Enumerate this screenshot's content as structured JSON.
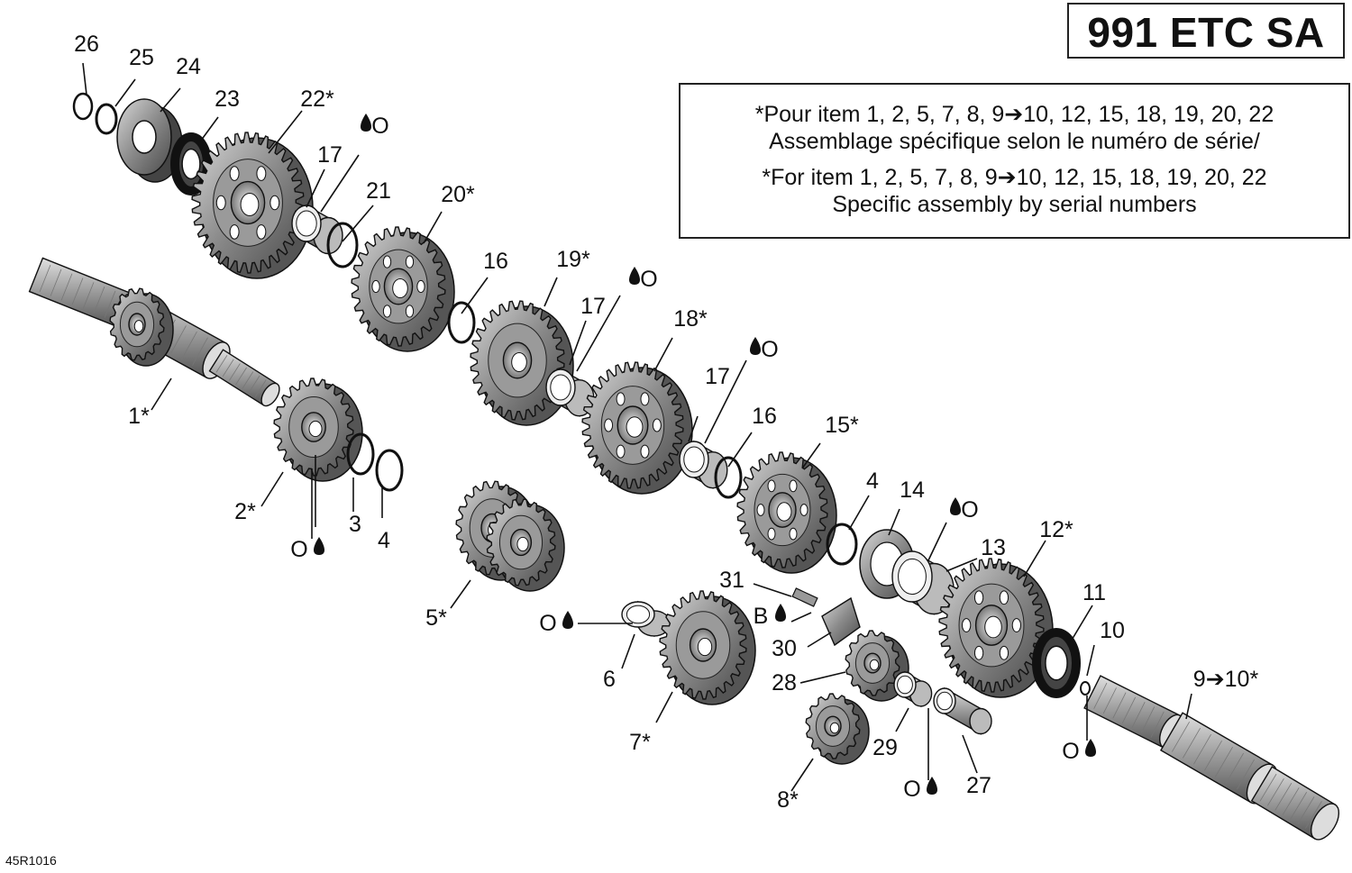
{
  "title": "991 ETC SA",
  "notes": {
    "line1": "*Pour item 1, 2, 5, 7, 8, 9➔10, 12, 15, 18, 19, 20, 22",
    "line2": "Assemblage spécifique selon le numéro de série/",
    "line3": "*For item 1, 2, 5, 7, 8, 9➔10, 12, 15, 18, 19, 20, 22",
    "line4": "Specific assembly by serial numbers"
  },
  "reference": "45R1016",
  "callouts": [
    {
      "id": "c26",
      "label": "26"
    },
    {
      "id": "c25",
      "label": "25"
    },
    {
      "id": "c24",
      "label": "24"
    },
    {
      "id": "c23",
      "label": "23"
    },
    {
      "id": "c22",
      "label": "22*"
    },
    {
      "id": "c17a",
      "label": "17"
    },
    {
      "id": "c21",
      "label": "21"
    },
    {
      "id": "c20",
      "label": "20*"
    },
    {
      "id": "c16a",
      "label": "16"
    },
    {
      "id": "c19",
      "label": "19*"
    },
    {
      "id": "c17b",
      "label": "17"
    },
    {
      "id": "c18",
      "label": "18*"
    },
    {
      "id": "c17c",
      "label": "17"
    },
    {
      "id": "c16b",
      "label": "16"
    },
    {
      "id": "c15",
      "label": "15*"
    },
    {
      "id": "c1",
      "label": "1*"
    },
    {
      "id": "c2",
      "label": "2*"
    },
    {
      "id": "c3",
      "label": "3"
    },
    {
      "id": "c4a",
      "label": "4"
    },
    {
      "id": "c4b",
      "label": "4"
    },
    {
      "id": "c14",
      "label": "14"
    },
    {
      "id": "c13",
      "label": "13"
    },
    {
      "id": "c12",
      "label": "12*"
    },
    {
      "id": "c11",
      "label": "11"
    },
    {
      "id": "c10",
      "label": "10"
    },
    {
      "id": "c910",
      "label": "9➔10*"
    },
    {
      "id": "c5",
      "label": "5*"
    },
    {
      "id": "c6",
      "label": "6"
    },
    {
      "id": "c7",
      "label": "7*"
    },
    {
      "id": "c31",
      "label": "31"
    },
    {
      "id": "c30",
      "label": "30"
    },
    {
      "id": "c28",
      "label": "28"
    },
    {
      "id": "c29",
      "label": "29"
    },
    {
      "id": "c27",
      "label": "27"
    },
    {
      "id": "c8",
      "label": "8*"
    }
  ],
  "lube_marks": [
    {
      "id": "oil1",
      "label": "O"
    },
    {
      "id": "oil2",
      "label": "O"
    },
    {
      "id": "oil3",
      "label": "O"
    },
    {
      "id": "oil4",
      "label": "O"
    },
    {
      "id": "oil5",
      "label": "O"
    },
    {
      "id": "oil6",
      "label": "O"
    },
    {
      "id": "oil7",
      "label": "O"
    },
    {
      "id": "oil8",
      "label": "O"
    },
    {
      "id": "oil9",
      "label": "O"
    },
    {
      "id": "lockB",
      "label": "B"
    }
  ],
  "colors": {
    "ink": "#111111",
    "metal_dark": "#555555",
    "metal_mid": "#8a8a8a",
    "metal_light": "#c8c8c8"
  }
}
